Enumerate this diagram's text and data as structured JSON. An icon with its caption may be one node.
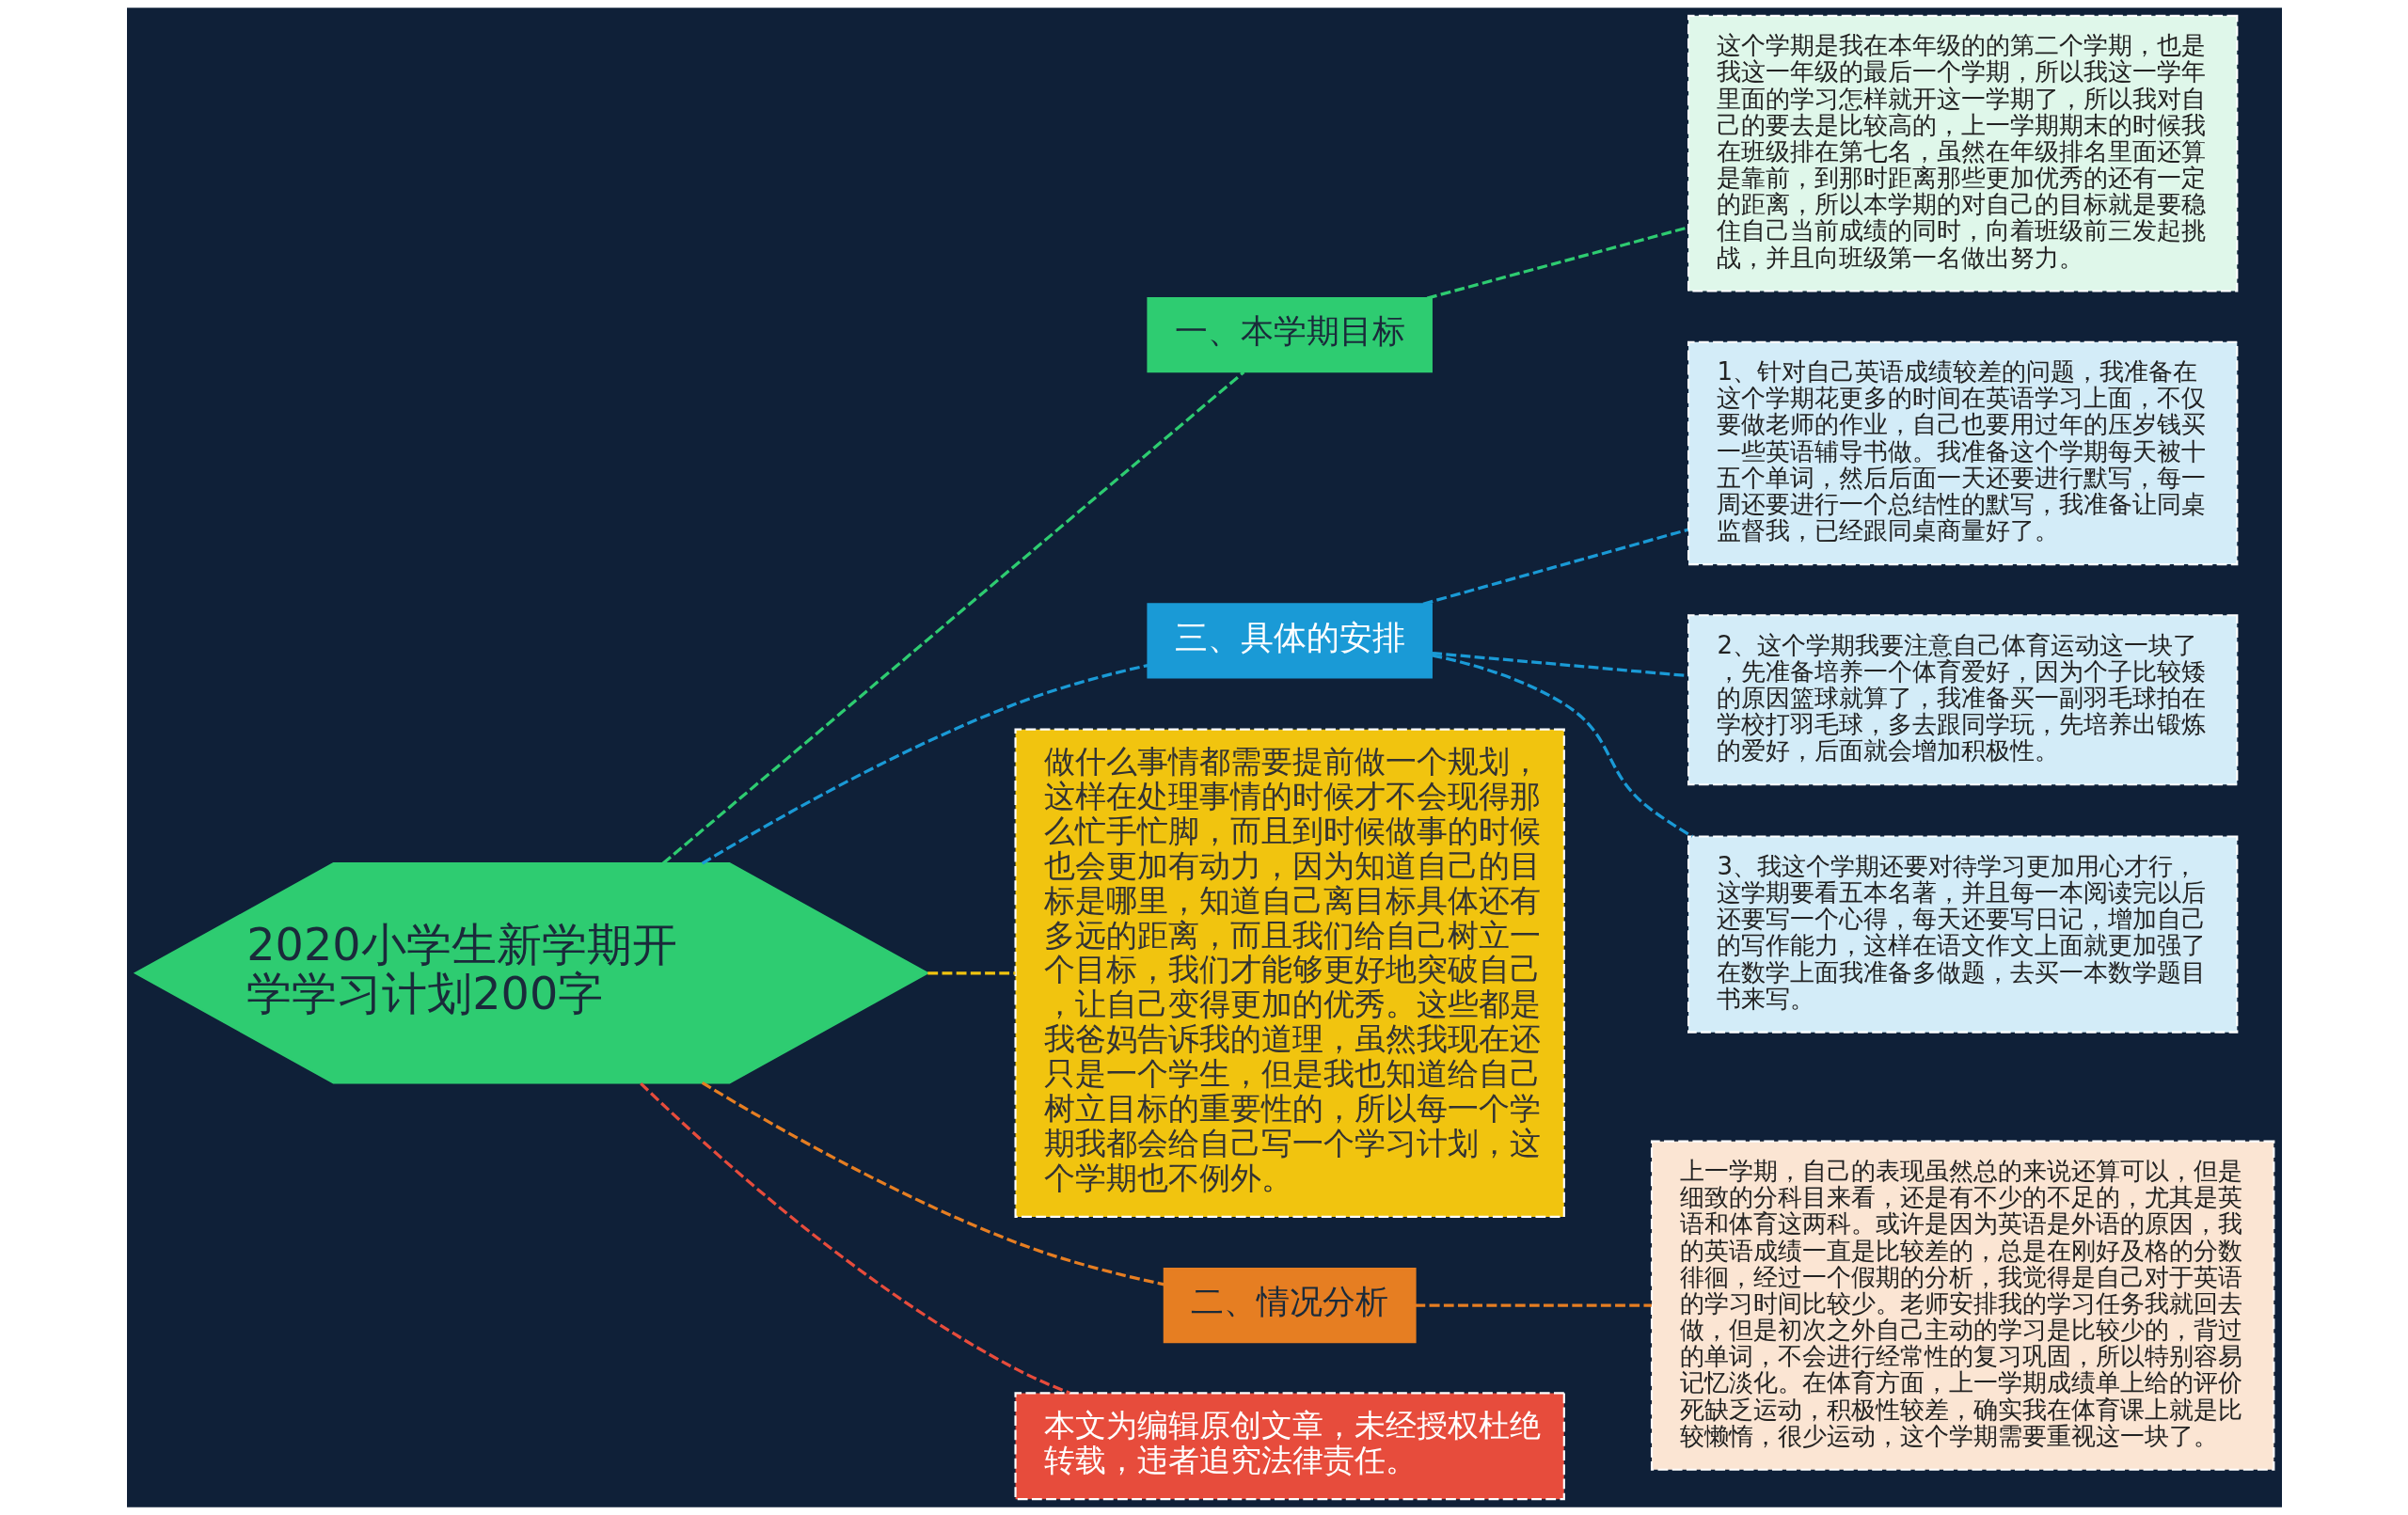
{
  "diagram": {
    "nodes": [
      {
        "text": [
          "2020小学生新学期开学学习计划200字"
        ]
      },
      {
        "text": [
          "一、本学期目标"
        ]
      },
      {
        "text": [
          "这个学期是我在本年级的的第二个学期，也是我这一年级的最后一个学期，所以我这一学年里面的学习怎样就开这一学期了，所以我对自己的要去是比较高的，上一学期期末的时候我在班级排在第七名，虽然在年级排名里面还算是靠前，到那时距离那些更加优秀的还有一定的距离，所以本学期的对自己的目标就是要稳住自己当前成绩的同时，向着班级前三发起挑战，并且向班级第一名做出努力。"
        ]
      },
      {
        "text": [
          "三、具体的安排"
        ]
      },
      {
        "text": [
          "1、针对自己英语成绩较差的问题，我准备在这个学期花更多的时间在英语学习上面，不仅要做老师的作业，自己也要用过年的压岁钱买一些英语辅导书做。我准备这个学期每天被十五个单词，然后后面一天还要进行默写，每一周还要进行一个总结性的默写，我准备让同桌监督我，已经跟同桌商量好了。"
        ]
      },
      {
        "text": [
          "2、这个学期我要注意自己体育运动这一块了，先准备培养一个体育爱好，因为个子比较矮的原因篮球就算了，我准备买一副羽毛球拍在学校打羽毛球，多去跟同学玩，先培养出锻炼的爱好，后面就会增加积极性。"
        ]
      },
      {
        "text": [
          "3、我这个学期还要对待学习更加用心才行，这学期要看五本名著，并且每一本阅读完以后还要写一个心得，每天还要写日记，增加自己的写作能力，这样在语文作文上面就更加强了在数学上面我准备多做题，去买一本数学题目书来写。"
        ]
      },
      {
        "text": [
          "做什么事情都需要提前做一个规划，这样在处理事情的时候才不会现得那么忙手忙脚，而且到时候做事的时候也会更加有动力，因为知道自己的目标是哪里，知道自己离目标具体还有多远的距离，而且我们给自己树立一个目标，我们才能够更好地突破自己，让自己变得更加的优秀。这些都是我爸妈告诉我的道理，虽然我现在还只是一个学生，但是我也知道给自己树立目标的重要性的，所以每一个学期我都会给自己写一个学习计划，这个学期也不例外。"
        ]
      },
      {
        "text": [
          "二、情况分析"
        ]
      },
      {
        "text": [
          "上一学期，自己的表现虽然总的来说还算可以，但是细致的分科目来看，还是有不少的不足的，尤其是英语和体育这两科。或许是因为英语是外语的原因，我的英语成绩一直是比较差的，总是在刚好及格的分数徘徊，经过一个假期的分析，我觉得是自己对于英语的学习时间比较少。老师安排我的学习任务我就回去做，但是初次之外自己主动的学习是比较少的，背过的单词，不会进行经常性的复习巩固，所以特别容易记忆淡化。在体育方面，上一学期成绩单上给的评价死缺乏运动，积极性较差，确实我在体育课上就是比较懒惰，很少运动，这个学期需要重视这一块了。"
        ]
      },
      {
        "text": [
          "本文为编辑原创文章，未经授权杜绝转载，违者追究法律责任。"
        ]
      }
    ],
    "edges": [
      {
        "from": 0,
        "to": 1,
        "arrow": "none",
        "style": "dashed",
        "color": "#2ecc71"
      },
      {
        "from": 1,
        "to": 2,
        "arrow": "none",
        "style": "dashed",
        "color": "#2ecc71"
      },
      {
        "from": 0,
        "to": 3,
        "arrow": "none",
        "style": "dashed",
        "color": "#1a9ad6"
      },
      {
        "from": 3,
        "to": 4,
        "arrow": "none",
        "style": "dashed",
        "color": "#1a9ad6"
      },
      {
        "from": 3,
        "to": 5,
        "arrow": "none",
        "style": "dashed",
        "color": "#1a9ad6"
      },
      {
        "from": 3,
        "to": 6,
        "arrow": "none",
        "style": "dashed",
        "color": "#1a9ad6"
      },
      {
        "from": 0,
        "to": 7,
        "arrow": "none",
        "style": "dashed",
        "color": "#f1c40f"
      },
      {
        "from": 0,
        "to": 8,
        "arrow": "none",
        "style": "dashed",
        "color": "#e67e22"
      },
      {
        "from": 8,
        "to": 9,
        "arrow": "none",
        "style": "dashed",
        "color": "#e67e22"
      },
      {
        "from": 0,
        "to": 10,
        "arrow": "none",
        "style": "dashed",
        "color": "#e74c3c"
      }
    ]
  }
}
